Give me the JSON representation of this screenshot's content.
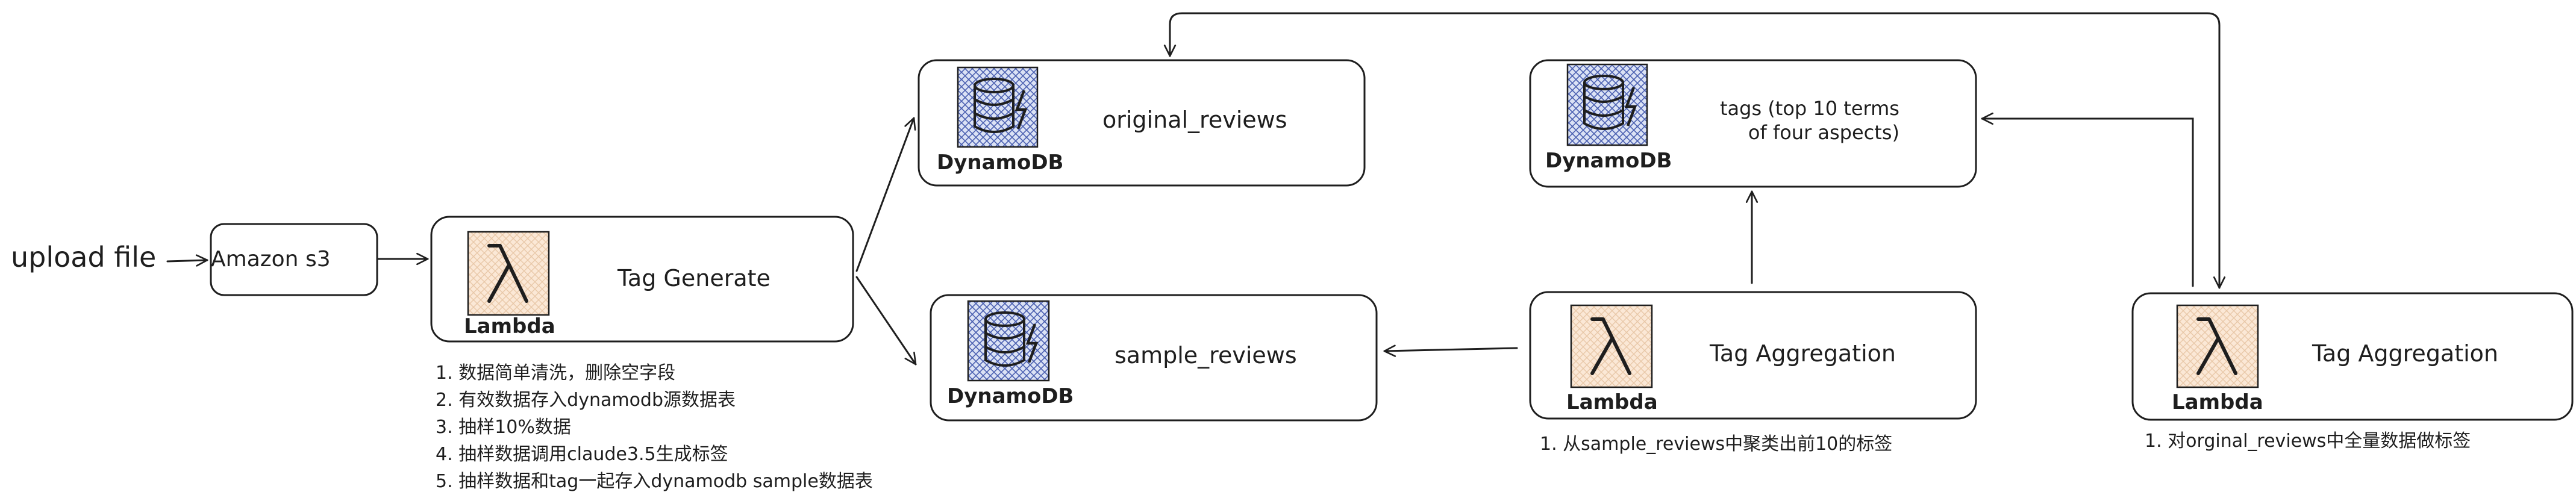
{
  "input": {
    "upload_label": "upload file"
  },
  "s3": {
    "label": "Amazon s3"
  },
  "tag_generate": {
    "service": "Lambda",
    "title": "Tag Generate"
  },
  "original_reviews": {
    "service": "DynamoDB",
    "title": "original_reviews"
  },
  "sample_reviews": {
    "service": "DynamoDB",
    "title": "sample_reviews"
  },
  "tags_table": {
    "service": "DynamoDB",
    "title_line1": "tags (top 10 terms",
    "title_line2": "of four aspects)"
  },
  "tag_aggregation_sample": {
    "service": "Lambda",
    "title": "Tag Aggregation"
  },
  "tag_aggregation_full": {
    "service": "Lambda",
    "title": "Tag Aggregation"
  },
  "notes": {
    "tag_generate": [
      "1. 数据简单清洗，删除空字段",
      "2. 有效数据存入dynamodb源数据表",
      "3. 抽样10%数据",
      "4. 抽样数据调用claude3.5生成标签",
      "5. 抽样数据和tag一起存入dynamodb sample数据表"
    ],
    "tag_aggregation_sample": "1. 从sample_reviews中聚类出前10的标签",
    "tag_aggregation_full": "1. 对orginal_reviews中全量数据做标签"
  },
  "colors": {
    "stroke": "#1e1e1e",
    "lambda_fill": "#fbe8d6",
    "dynamodb_fill": "#dbe2f5",
    "dynamodb_hatch": "#4a5fb0"
  }
}
